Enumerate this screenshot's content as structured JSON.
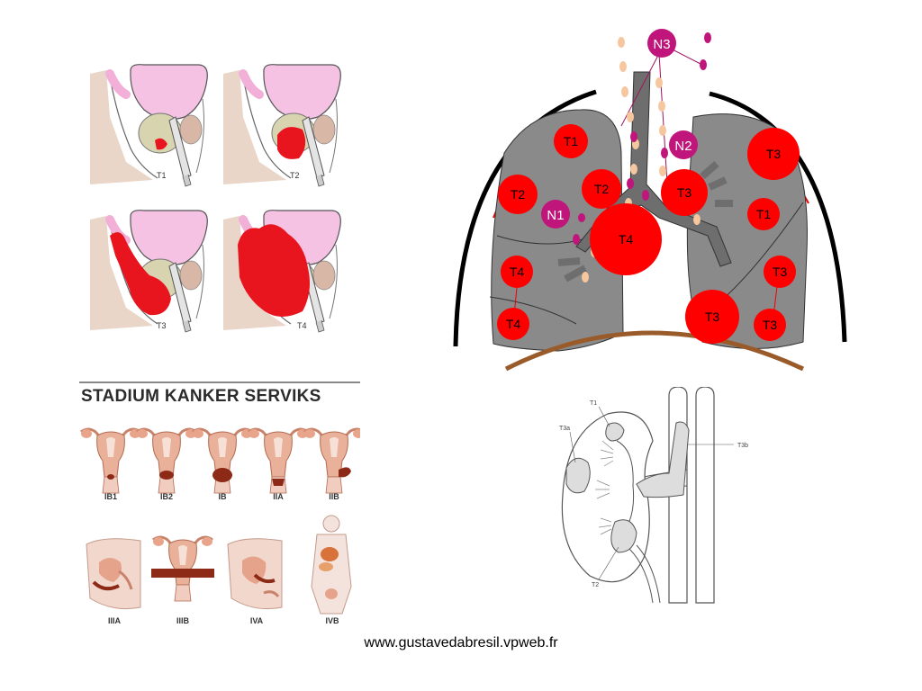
{
  "prostate": {
    "stages": [
      "T1",
      "T2",
      "T3",
      "T4"
    ]
  },
  "lung": {
    "labels": {
      "n3": "N3",
      "n2": "N2",
      "n1": "N1",
      "t1_left": "T1",
      "t2_left_outer": "T2",
      "t2_left_inner": "T2",
      "t4_center": "T4",
      "t4_left_mid": "T4",
      "t4_left_bottom": "T4",
      "t3_right_top": "T3",
      "t3_right_center": "T3",
      "t1_right": "T1",
      "t3_right_mid": "T3",
      "t3_right_bottom": "T3",
      "t3_bottom_center": "T3"
    },
    "colors": {
      "tumor": "#ff0000",
      "node": "#c0157a",
      "lung": "#8a8a8a",
      "lymph": "#f6c79e",
      "diaphragm": "#9a5b2a"
    }
  },
  "cervix": {
    "title": "STADIUM KANKER SERVIKS",
    "stages_row1": [
      "IB1",
      "IB2",
      "IB",
      "IIA",
      "IIB"
    ],
    "stages_row2": [
      "IIIA",
      "IIIB",
      "IVA",
      "IVB"
    ]
  },
  "kidney": {
    "labels": {
      "t1": "T1",
      "t3a": "T3a",
      "t3b": "T3b",
      "t2": "T2"
    }
  },
  "footer": {
    "url": "www.gustavedabresil.vpweb.fr"
  }
}
